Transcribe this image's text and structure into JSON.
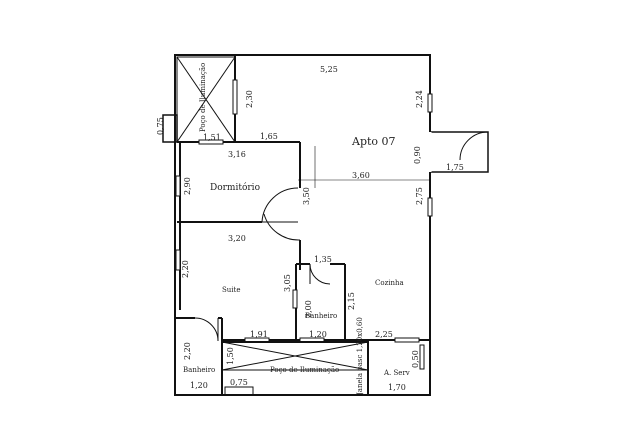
{
  "rooms": {
    "apartment": "Apto 07",
    "bedroom": "Dormitório",
    "suite": "Suite",
    "bathroom_1": "Banheiro",
    "bathroom_2": "Banheiro",
    "kitchen": "Cozinha",
    "service_area": "A. Serv",
    "light_well_top": "Poço de Iluminação",
    "light_well_bottom": "Poço de Iluminação",
    "wall_note": "Janela basc 1,20x0,60"
  },
  "dimensions": {
    "top_width": "5,25",
    "top_left_wall": "2,30",
    "top_right_wall": "2,24",
    "light_well_side": "0,75",
    "light_well_bottom": "1,51",
    "corridor_width": "1,65",
    "door_opening": "0,90",
    "balcony_depth": "1,75",
    "bedroom_width": "3,16",
    "bedroom_height": "2,90",
    "central_width": "3,60",
    "central_height": "3,50",
    "kitchen_height": "2,75",
    "suite_width": "3,20",
    "suite_height": "2,20",
    "closet_height": "3,05",
    "hall_width": "1,35",
    "bath2_height": "2,00",
    "kitchen_wall": "2,15",
    "suite_bottom": "1,91",
    "bath2_bottom": "1,20",
    "kitchen_bottom": "2,25",
    "bath1_height": "2,20",
    "bath1_width": "1,20",
    "well_bottom_height": "1,50",
    "well_bottom_offset": "0,75",
    "service_width": "1,70",
    "service_height": "0,50"
  }
}
